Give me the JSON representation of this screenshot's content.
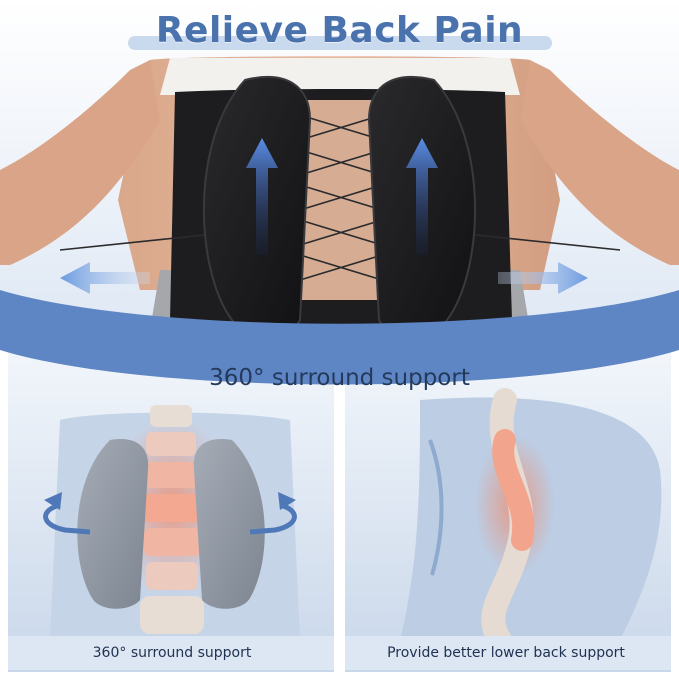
{
  "hero": {
    "title": "Relieve Back Pain"
  },
  "band": {
    "label": "360° surround support"
  },
  "panels": {
    "left_caption": "360° surround support",
    "right_caption": "Provide better lower back support"
  },
  "colors": {
    "accent_blue": "#4a72ad",
    "band_blue": "#5f86c4",
    "panel_bg": "#e3ebf6",
    "caption_bg": "#dde6f3",
    "belt_black": "#1c1c1e",
    "spine_highlight": "#e9a794"
  }
}
